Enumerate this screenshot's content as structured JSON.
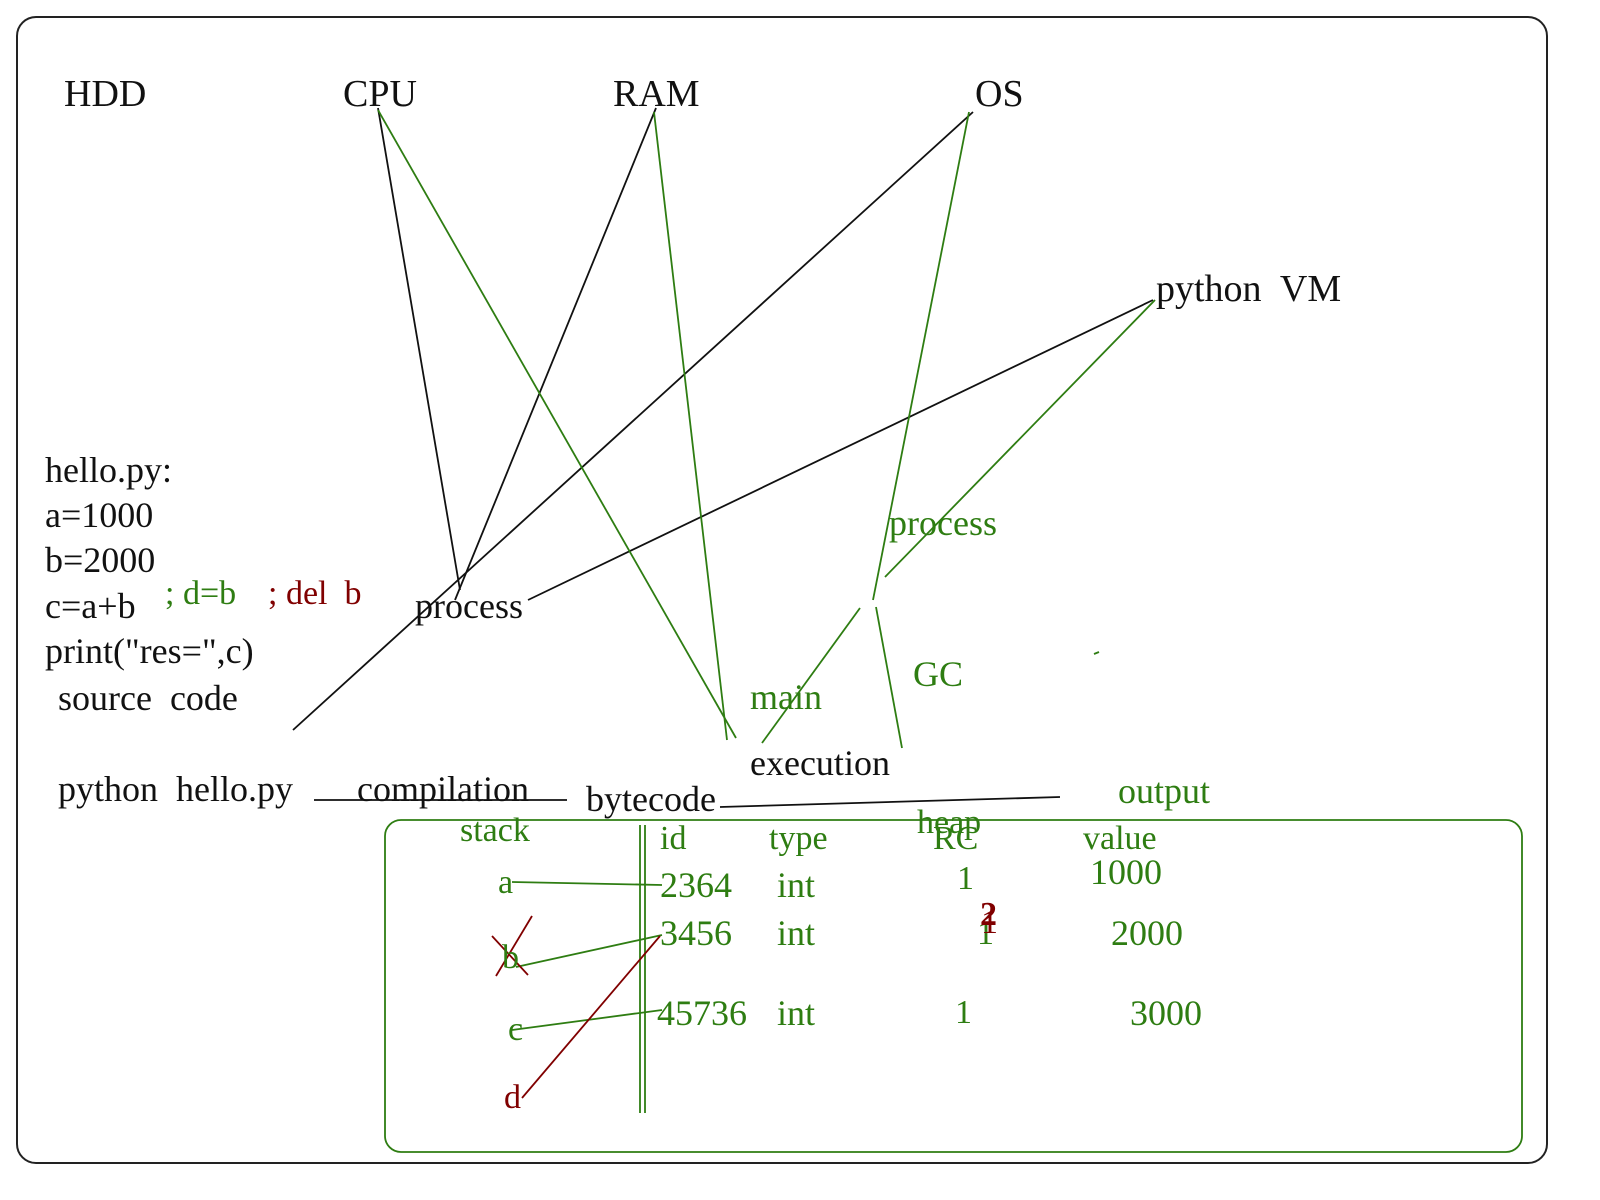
{
  "colors": {
    "black": "#111111",
    "green": "#2e7d12",
    "darkred": "#800000"
  },
  "top_labels": {
    "hdd": "HDD",
    "cpu": "CPU",
    "ram": "RAM",
    "os": "OS"
  },
  "python_vm": "python  VM",
  "code": {
    "filename": "hello.py:",
    "line1": "a=1000",
    "line2": "b=2000",
    "line3": "c=a+b",
    "addition_green": "; d=b",
    "addition_red": "; del  b",
    "line4": "print(\"res=\",c)",
    "caption": "source  code"
  },
  "flow": {
    "process_left": "process",
    "command": "python  hello.py",
    "compilation": "compilation",
    "bytecode": "bytecode",
    "execution": "execution",
    "output": "output"
  },
  "vm_parts": {
    "process": "process",
    "main": "main",
    "gc": "GC"
  },
  "memory": {
    "stack_label": "stack",
    "heap_label": "heap",
    "headers": {
      "id": "id",
      "type": "type",
      "rc": "RC",
      "value": "value"
    },
    "stack_vars": [
      "a",
      "b",
      "c",
      "d"
    ],
    "rows": [
      {
        "id": "2364",
        "type": "int",
        "rc": "1",
        "value": "1000"
      },
      {
        "id": "3456",
        "type": "int",
        "rc": "1",
        "rc_edit_1": "2",
        "rc_edit_2": "1",
        "value": "2000"
      },
      {
        "id": "45736",
        "type": "int",
        "rc": "1",
        "value": "3000"
      }
    ]
  }
}
